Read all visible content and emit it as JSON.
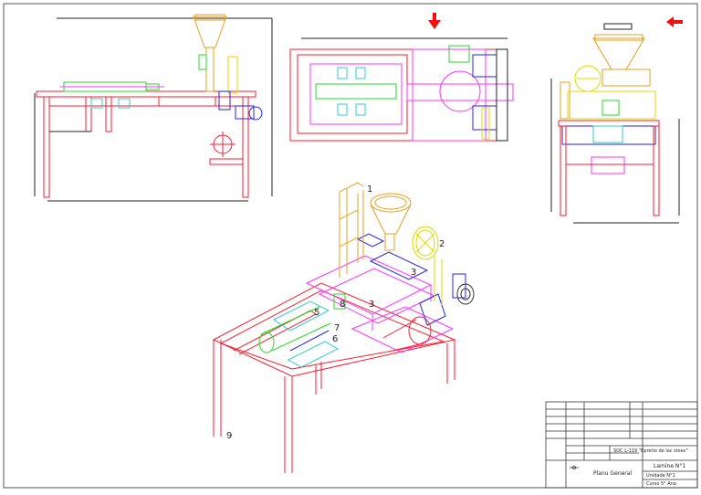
{
  "callouts": [
    "1",
    "2",
    "3",
    "3",
    "5",
    "6",
    "7",
    "8",
    "9"
  ],
  "title_block": {
    "company": "SOC L-119 \"Epretio de lac stoec\"",
    "plan_name": "Planu General",
    "sheet": "Lamine N°1",
    "unit": "Unidade N°1",
    "course": "Curso 5° Ano"
  },
  "colors": {
    "frame": "#ff1a2e",
    "magenta": "#ff33ff",
    "green": "#22dd22",
    "cyan": "#33cccc",
    "blue": "#2222ee",
    "yellow": "#dddd00",
    "orange": "#e8a020",
    "dark": "#333333",
    "arrow": "#ee1111"
  }
}
